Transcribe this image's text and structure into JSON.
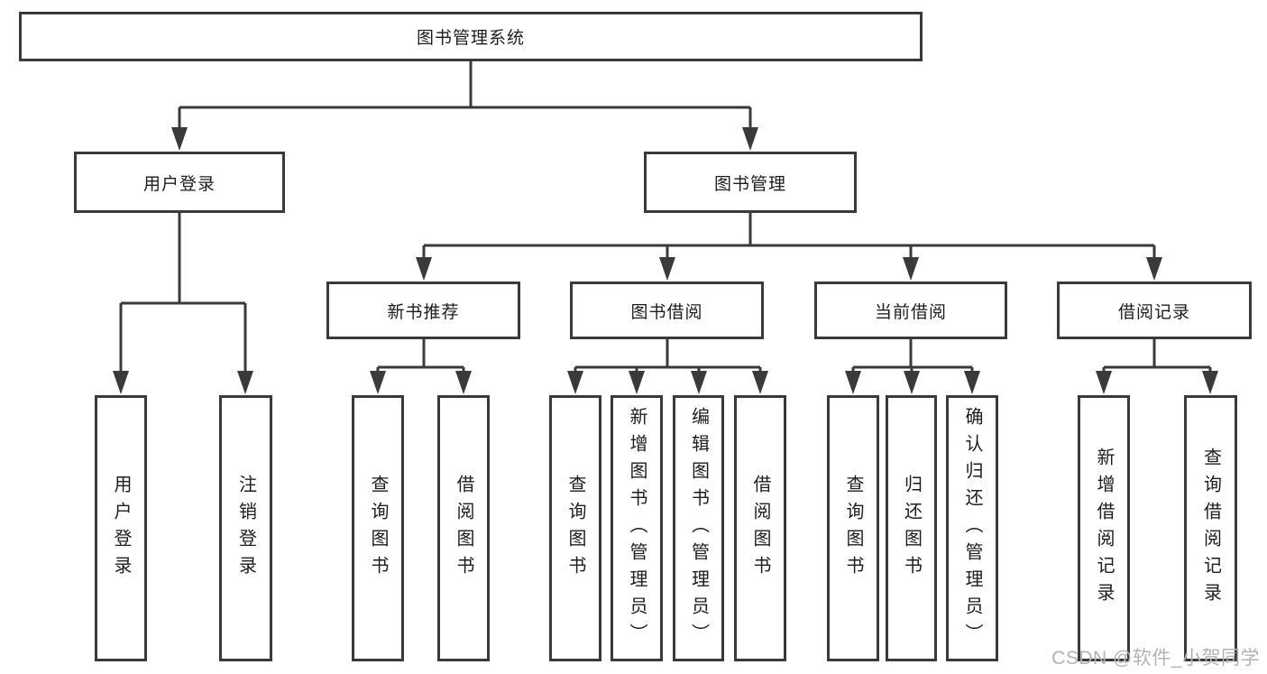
{
  "diagram": {
    "root": {
      "label": "图书管理系统"
    },
    "branches": [
      {
        "label": "用户登录",
        "children": [
          {
            "label": "用户登录"
          },
          {
            "label": "注销登录"
          }
        ]
      },
      {
        "label": "图书管理",
        "children": [
          {
            "label": "新书推荐",
            "children": [
              {
                "label": "查询图书"
              },
              {
                "label": "借阅图书"
              }
            ]
          },
          {
            "label": "图书借阅",
            "children": [
              {
                "label": "查询图书"
              },
              {
                "label": "新增图书（管理员）"
              },
              {
                "label": "编辑图书（管理员）"
              },
              {
                "label": "借阅图书"
              }
            ]
          },
          {
            "label": "当前借阅",
            "children": [
              {
                "label": "查询图书"
              },
              {
                "label": "归还图书"
              },
              {
                "label": "确认归还（管理员）"
              }
            ]
          },
          {
            "label": "借阅记录",
            "children": [
              {
                "label": "新增借阅记录"
              },
              {
                "label": "查询借阅记录"
              }
            ]
          }
        ]
      }
    ]
  },
  "watermark": {
    "text": "CSDN @软件_小贺同学"
  },
  "colors": {
    "line": "#3a3a3a",
    "text": "#1d1d1d",
    "background": "#ffffff",
    "watermark": "#b3b3b3"
  }
}
